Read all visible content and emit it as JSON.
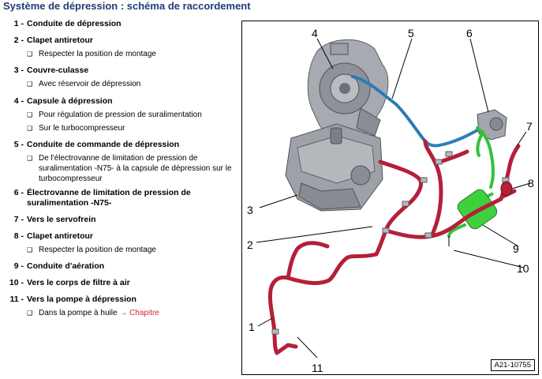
{
  "page": {
    "title": "Système de dépression : schéma de raccordement"
  },
  "legend": {
    "items": [
      {
        "num": "1",
        "label": "Conduite de dépression",
        "subs": []
      },
      {
        "num": "2",
        "label": "Clapet antiretour",
        "subs": [
          "Respecter la position de montage"
        ]
      },
      {
        "num": "3",
        "label": "Couvre-culasse",
        "subs": [
          "Avec réservoir de dépression"
        ]
      },
      {
        "num": "4",
        "label": "Capsule à dépression",
        "subs": [
          "Pour régulation de pression de suralimentation",
          "Sur le turbocompresseur"
        ]
      },
      {
        "num": "5",
        "label": "Conduite de commande de dépression",
        "subs": [
          "De l'électrovanne de limitation de pression de suralimentation -N75- à la capsule de dépression sur le turbocompresseur"
        ]
      },
      {
        "num": "6",
        "label": "Électrovanne de limitation de pression de suralimentation -N75-",
        "subs": []
      },
      {
        "num": "7",
        "label": "Vers le servofrein",
        "subs": []
      },
      {
        "num": "8",
        "label": "Clapet antiretour",
        "subs": [
          "Respecter la position de montage"
        ]
      },
      {
        "num": "9",
        "label": "Conduite d'aération",
        "subs": []
      },
      {
        "num": "10",
        "label": "Vers le corps de filtre à air",
        "subs": []
      },
      {
        "num": "11",
        "label": "Vers la pompe à dépression",
        "subs": [
          "Dans la pompe à huile"
        ]
      }
    ],
    "chapter_link": "→ Chapitre"
  },
  "figure": {
    "callouts": [
      "1",
      "2",
      "3",
      "4",
      "5",
      "6",
      "7",
      "8",
      "9",
      "10",
      "11"
    ],
    "reference": "A21-10755",
    "colors": {
      "hose_red": "#b51f38",
      "hose_green": "#34c13a",
      "hose_blue": "#2e7fb8",
      "part_gray": "#9a9ea4"
    }
  }
}
